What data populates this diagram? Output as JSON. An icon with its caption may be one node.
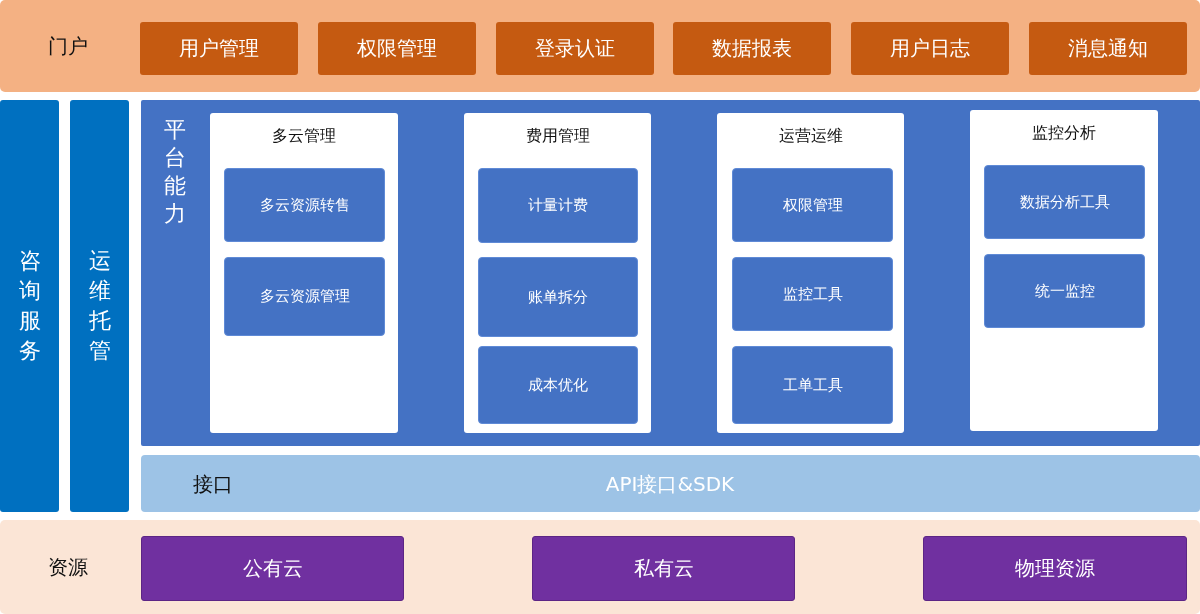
{
  "diagram": {
    "nodes": [
      {
        "text": [
          "门户"
        ]
      },
      {
        "text": [
          "用户管理"
        ],
        "in": 0
      },
      {
        "text": [
          "权限管理"
        ],
        "in": 0
      },
      {
        "text": [
          "登录认证"
        ],
        "in": 0
      },
      {
        "text": [
          "数据报表"
        ],
        "in": 0
      },
      {
        "text": [
          "用户日志"
        ],
        "in": 0
      },
      {
        "text": [
          "消息通知"
        ],
        "in": 0
      },
      {
        "text": [
          "咨询服务"
        ]
      },
      {
        "text": [
          "运维托管"
        ]
      },
      {
        "text": [
          "平台能力"
        ]
      },
      {
        "text": [
          "多云管理"
        ],
        "in": 9
      },
      {
        "text": [
          "多云资源转售"
        ],
        "in": 10
      },
      {
        "text": [
          "多云资源管理"
        ],
        "in": 10
      },
      {
        "text": [
          "费用管理"
        ],
        "in": 9
      },
      {
        "text": [
          "计量计费"
        ],
        "in": 13
      },
      {
        "text": [
          "账单拆分"
        ],
        "in": 13
      },
      {
        "text": [
          "成本优化"
        ],
        "in": 13
      },
      {
        "text": [
          "运营运维"
        ],
        "in": 9
      },
      {
        "text": [
          "权限管理"
        ],
        "in": 17
      },
      {
        "text": [
          "监控工具"
        ],
        "in": 17
      },
      {
        "text": [
          "工单工具"
        ],
        "in": 17
      },
      {
        "text": [
          "监控分析"
        ],
        "in": 9
      },
      {
        "text": [
          "数据分析工具"
        ],
        "in": 21
      },
      {
        "text": [
          "统一监控"
        ],
        "in": 21
      },
      {
        "text": [
          "接口",
          "API接口&SDK"
        ]
      },
      {
        "text": [
          "资源"
        ]
      },
      {
        "text": [
          "公有云"
        ],
        "in": 25
      },
      {
        "text": [
          "私有云"
        ],
        "in": 25
      },
      {
        "text": [
          "物理资源"
        ],
        "in": 25
      }
    ]
  }
}
